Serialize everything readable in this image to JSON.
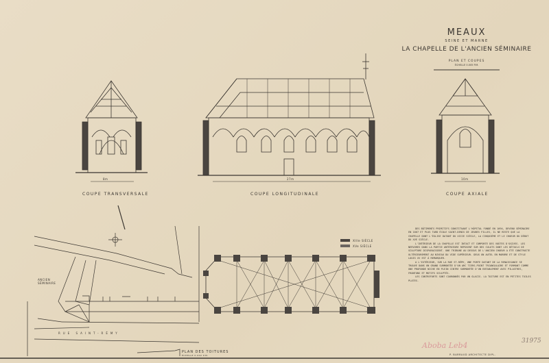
{
  "header": {
    "city": "MEAUX",
    "department": "SEINE ET MARNE",
    "title": "LA CHAPELLE DE L'ANCIEN SÉMINAIRE",
    "subtitle": "PLAN ET COUPES",
    "scale_note": "ÉCHELLE 0.005 P.M."
  },
  "sections": {
    "transversale": {
      "label": "COUPE TRANSVERSALE",
      "dimension": "8m"
    },
    "longitudinale": {
      "label": "COUPE LONGITUDINALE",
      "dimension": "27m"
    },
    "axiale": {
      "label": "COUPE AXIALE",
      "dimension": "10m"
    }
  },
  "legend": [
    {
      "label": "XIIIe SIÈCLE",
      "color": "#4a4540"
    },
    {
      "label": "XVe SIÈCLE",
      "color": "#6a6560"
    }
  ],
  "site_plan": {
    "building_label": "ANCIEN SÉMINAIRE",
    "street_label": "RUE SAINT-RÉMY",
    "title": "PLAN DES TOITURES",
    "scale_note": "ÉCHELLE 0.002 P.M."
  },
  "description": [
    "Des bâtiments primitifs constituant l'Hôpital fondé en 1094, devenu séminaire en 1667 et plus tard École Saint-Denis de jeunes filles, il ne reste que la chapelle dont l'église datant du XIIIe siècle, la cinquième et le choeur du début du XVe siècle.",
    "L'intérieur de la chapelle est intact et comporte des voûtes d'ogives. Les nervures dans la partie antérieure reposent sur des culots dont les détails de sculpture disparaissent. Une tribune au dessus de l'ancien choeur a été construite ultérieurement au niveau du vide supérieur. Deux un autel en marbre et de style Louis XV est à remarquer.",
    "A l'extérieur, sur la rue St-Rémy, une porte datant de la renaissance se trouve dans un grand surmontée d'un arc tiers-point triangulaire et formant comme une profonde niche en plein cintre surmontée d'un entablement avec pilastres, frontons et motifs sculptés.",
    "Les contreforts sont couronnés par un glacis. La toiture est en petites tuiles plates."
  ],
  "footer": {
    "author": "P. BARRAUD ARCHITECTE DIPL.",
    "signature": "Aboba Leb4",
    "inventory_number": "31975"
  }
}
